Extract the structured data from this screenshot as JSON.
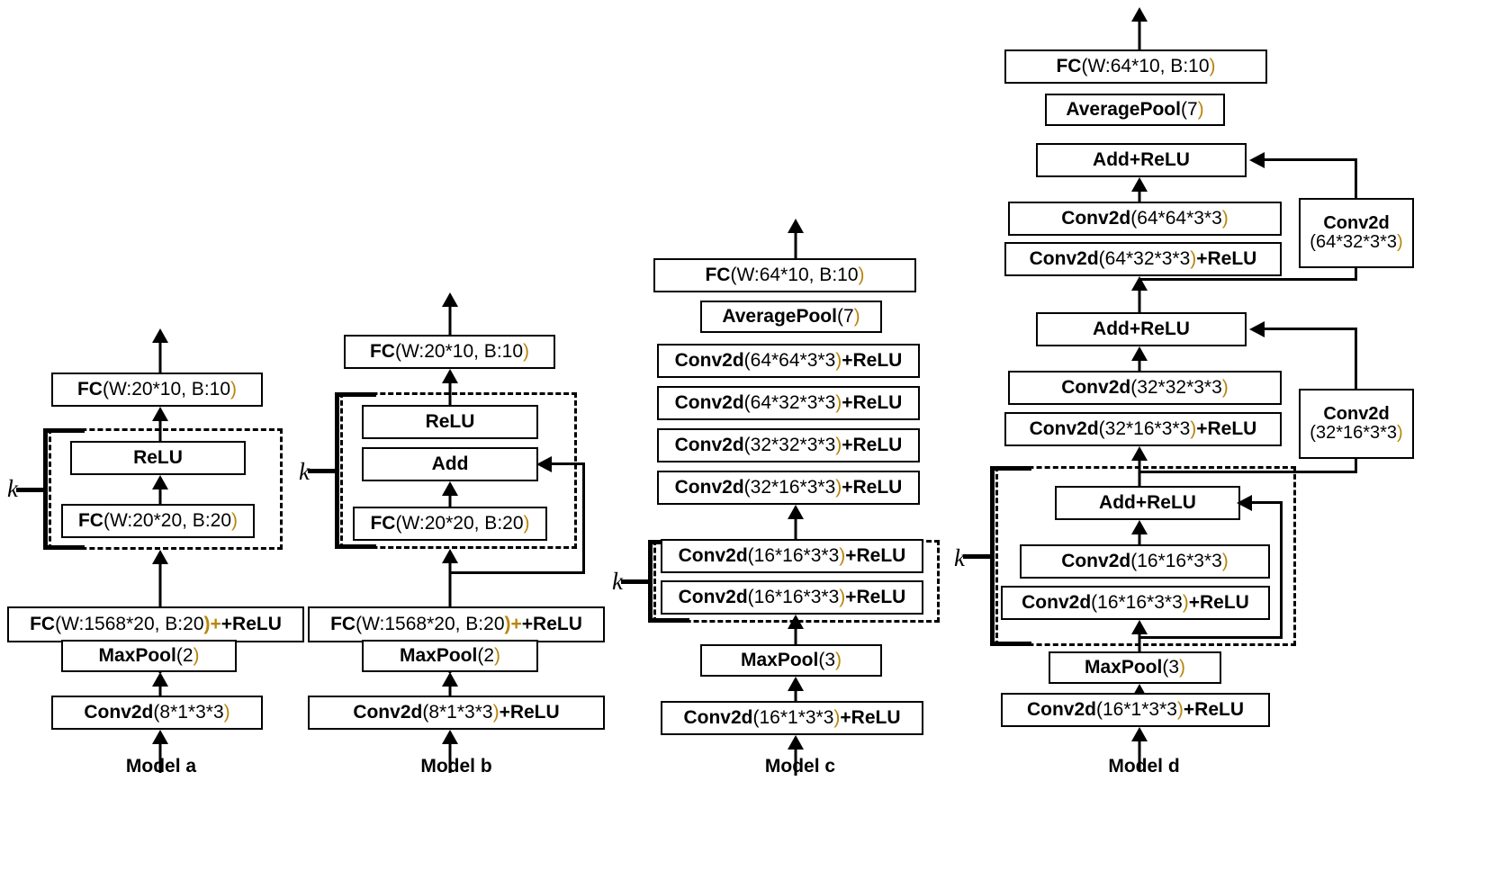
{
  "figure": {
    "title": "Neural network model architecture diagram",
    "accent_color": "#b8860b",
    "line_color": "#000000",
    "background": "#ffffff"
  },
  "models": [
    {
      "id": "a",
      "label": "Model a",
      "repeat_symbol": "k",
      "blocks": {
        "fc_out": {
          "b": "FC",
          "n": "(W:20*10, B:10",
          "p": ")"
        },
        "relu": {
          "b": "ReLU"
        },
        "fc_hidden": {
          "b": "FC",
          "n": "(W:20*20, B:20",
          "p": ")"
        },
        "fc_in": {
          "b": "FC",
          "n": "(W:1568*20, B:20",
          "p": ")+",
          "b2": "+ReLU"
        },
        "maxpool": {
          "b": "MaxPool",
          "n": "(2",
          "p": ")"
        },
        "conv": {
          "b": "Conv2d",
          "n": "(8*1*3*3",
          "p": ")"
        }
      }
    },
    {
      "id": "b",
      "label": "Model b",
      "repeat_symbol": "k",
      "blocks": {
        "fc_out": {
          "b": "FC",
          "n": "(W:20*10, B:10",
          "p": ")"
        },
        "relu": {
          "b": "ReLU"
        },
        "add": {
          "b": "Add"
        },
        "fc_hidden": {
          "b": "FC",
          "n": "(W:20*20, B:20",
          "p": ")"
        },
        "fc_in": {
          "b": "FC",
          "n": "(W:1568*20, B:20",
          "p": ")+",
          "b2": "+ReLU"
        },
        "maxpool": {
          "b": "MaxPool",
          "n": "(2",
          "p": ")"
        },
        "conv": {
          "b": "Conv2d",
          "n": "(8*1*3*3",
          "p": ")",
          "b2": "+ReLU"
        }
      }
    },
    {
      "id": "c",
      "label": "Model c",
      "repeat_symbol": "k",
      "blocks": {
        "fc_out": {
          "b": "FC",
          "n": "(W:64*10, B:10",
          "p": ")"
        },
        "avgpool": {
          "b": "AveragePool",
          "n": "(7",
          "p": ")"
        },
        "conv_64_64": {
          "b": "Conv2d",
          "n": "(64*64*3*3",
          "p": ")",
          "b2": "+ReLU"
        },
        "conv_64_32": {
          "b": "Conv2d",
          "n": "(64*32*3*3",
          "p": ")",
          "b2": "+ReLU"
        },
        "conv_32_32": {
          "b": "Conv2d",
          "n": "(32*32*3*3",
          "p": ")",
          "b2": "+ReLU"
        },
        "conv_32_16": {
          "b": "Conv2d",
          "n": "(32*16*3*3",
          "p": ")",
          "b2": "+ReLU"
        },
        "conv_16_16_a": {
          "b": "Conv2d",
          "n": "(16*16*3*3",
          "p": ")",
          "b2": "+ReLU"
        },
        "conv_16_16_b": {
          "b": "Conv2d",
          "n": "(16*16*3*3",
          "p": ")",
          "b2": "+ReLU"
        },
        "maxpool": {
          "b": "MaxPool",
          "n": "(3",
          "p": ")"
        },
        "conv_in": {
          "b": "Conv2d",
          "n": "(16*1*3*3",
          "p": ")",
          "b2": "+ReLU"
        }
      }
    },
    {
      "id": "d",
      "label": "Model d",
      "repeat_symbol": "k",
      "blocks": {
        "fc_out": {
          "b": "FC",
          "n": "(W:64*10, B:10",
          "p": ")"
        },
        "avgpool": {
          "b": "AveragePool",
          "n": "(7",
          "p": ")"
        },
        "add_relu_top": {
          "b": "Add+ReLU"
        },
        "conv_64_64": {
          "b": "Conv2d",
          "n": "(64*64*3*3",
          "p": ")"
        },
        "conv_64_32": {
          "b": "Conv2d",
          "n": "(64*32*3*3",
          "p": ")",
          "b2": "+ReLU"
        },
        "short_64_32": {
          "b": "Conv2d",
          "n": "(64*32*3*3",
          "p": ")"
        },
        "add_relu_mid": {
          "b": "Add+ReLU"
        },
        "conv_32_32": {
          "b": "Conv2d",
          "n": "(32*32*3*3",
          "p": ")"
        },
        "conv_32_16": {
          "b": "Conv2d",
          "n": "(32*16*3*3",
          "p": ")",
          "b2": "+ReLU"
        },
        "short_32_16": {
          "b": "Conv2d",
          "n": "(32*16*3*3",
          "p": ")"
        },
        "add_relu_k": {
          "b": "Add+ReLU"
        },
        "conv_16_16_a": {
          "b": "Conv2d",
          "n": "(16*16*3*3",
          "p": ")"
        },
        "conv_16_16_b": {
          "b": "Conv2d",
          "n": "(16*16*3*3",
          "p": ")",
          "b2": "+ReLU"
        },
        "maxpool": {
          "b": "MaxPool",
          "n": "(3",
          "p": ")"
        },
        "conv_in": {
          "b": "Conv2d",
          "n": "(16*1*3*3",
          "p": ")",
          "b2": "+ReLU"
        }
      }
    }
  ]
}
